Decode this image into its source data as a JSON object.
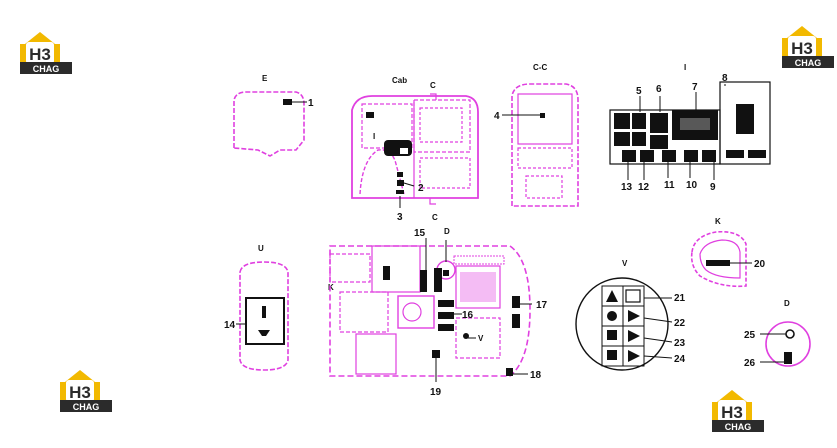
{
  "logo": {
    "letters": "H3",
    "brand": "CHAG"
  },
  "views": {
    "cab": "Cab",
    "c": "C",
    "cc": "C-C",
    "e_left": "E",
    "i_panel": "I",
    "i_small": "I",
    "d_top": "D",
    "c_bottom": "C",
    "k_left": "K",
    "k_right": "K",
    "u": "U",
    "d_right": "D",
    "v_left": "V",
    "v_circle": "V"
  },
  "callouts": [
    "1",
    "2",
    "3",
    "4",
    "5",
    "6",
    "7",
    "8",
    "9",
    "10",
    "11",
    "12",
    "13",
    "14",
    "15",
    "16",
    "17",
    "18",
    "19",
    "20",
    "21",
    "22",
    "23",
    "24",
    "25",
    "26"
  ],
  "colors": {
    "outline": "#e040e0",
    "black": "#111111",
    "logo_yellow": "#f2b900",
    "logo_dark": "#2b2b2b"
  }
}
